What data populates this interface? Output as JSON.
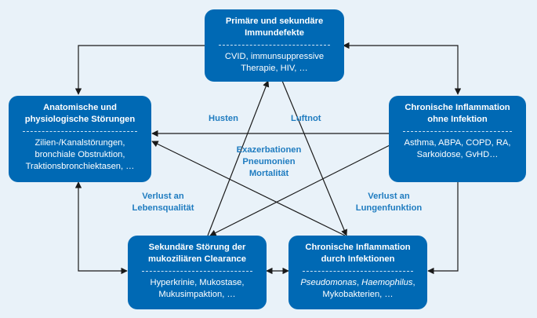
{
  "nodes": {
    "top": {
      "title": [
        "Primäre und sekundäre",
        "Immundefekte"
      ],
      "body": [
        "CVID, immunsuppressive",
        "Therapie, HIV, …"
      ]
    },
    "left": {
      "title": [
        "Anatomische und",
        "physiologische Störungen"
      ],
      "body": [
        "Zilien-/Kanalstörungen,",
        "bronchiale Obstruktion,",
        "Traktionsbronchiektasen, …"
      ]
    },
    "right": {
      "title": [
        "Chronische Inflammation",
        "ohne Infektion"
      ],
      "body": [
        "Asthma, ABPA, COPD, RA,",
        "Sarkoidose, GvHD…"
      ]
    },
    "bottom_left": {
      "title": [
        "Sekundäre Störung der",
        "mukoziliären Clearance"
      ],
      "body": [
        "Hyperkrinie, Mukostase,",
        "Mukusimpaktion, …"
      ]
    },
    "bottom_right": {
      "title": [
        "Chronische Inflammation",
        "durch Infektionen"
      ],
      "body_line1_italic_1": "Pseudomonas",
      "body_line1_sep": ", ",
      "body_line1_italic_2": "Haemophilus",
      "body_line1_end": ",",
      "body_line2": "Mykobakterien, …"
    }
  },
  "labels": {
    "husten": "Husten",
    "luftnot": "Luftnot",
    "center": [
      "Exazerbationen",
      "Pneumonien",
      "Mortalität"
    ],
    "verlust_lebensqualitaet": [
      "Verlust an",
      "Lebensqualität"
    ],
    "verlust_lungenfunktion": [
      "Verlust an",
      "Lungenfunktion"
    ]
  },
  "colors": {
    "node_fill": "#0069b4",
    "background": "#e9f2f9",
    "label_text": "#1f7cc0",
    "arrow": "#1a1a1a"
  }
}
